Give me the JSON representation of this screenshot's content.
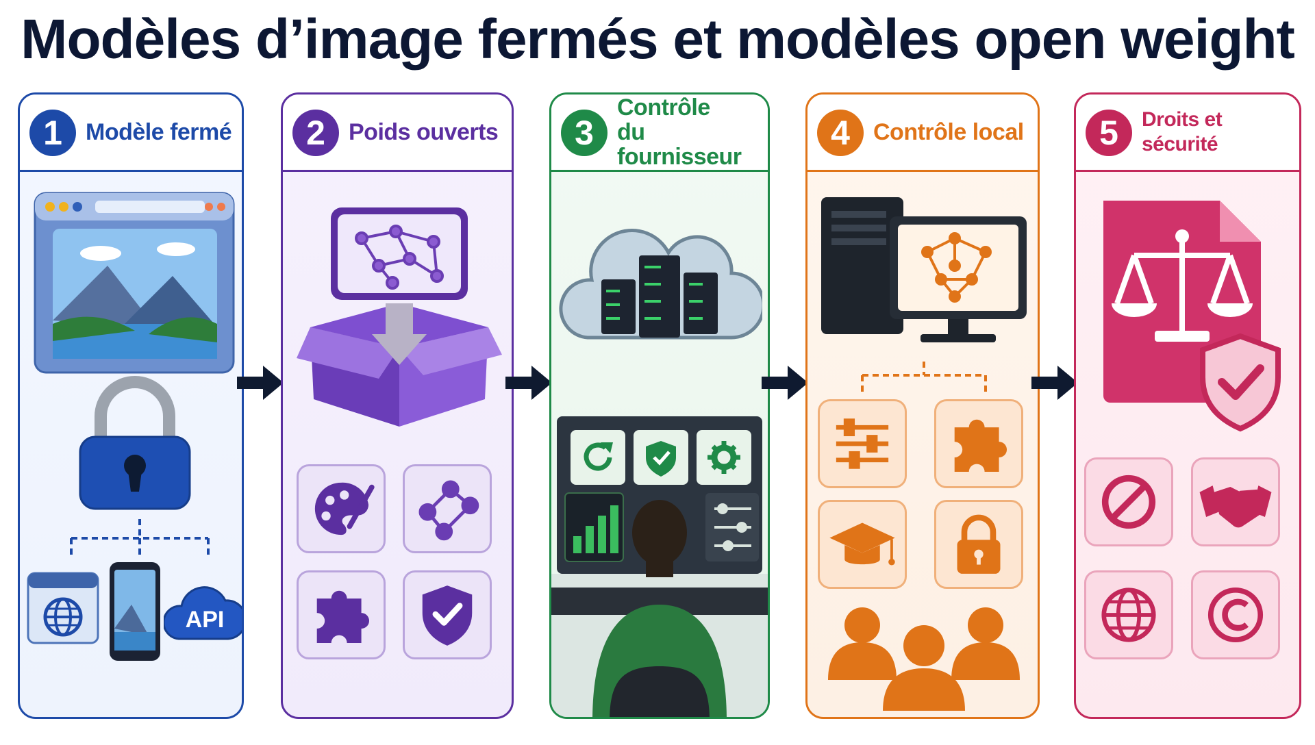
{
  "title": "Modèles d’image fermés et modèles open weight",
  "panels": [
    {
      "number": "1",
      "label_lines": [
        "Modèle fermé"
      ],
      "accent": "#1d4aa8",
      "icons": [
        "web-app-window-icon",
        "padlock-icon",
        "browser-globe-icon",
        "smartphone-icon",
        "api-cloud-icon"
      ],
      "api_label": "API"
    },
    {
      "number": "2",
      "label_lines": [
        "Poids ouverts"
      ],
      "accent": "#5b2fa0",
      "icons": [
        "open-box-download-icon",
        "palette-icon",
        "graph-nodes-icon",
        "puzzle-icon",
        "shield-check-icon"
      ]
    },
    {
      "number": "3",
      "label_lines": [
        "Contrôle",
        "du fournisseur"
      ],
      "accent": "#1f8a48",
      "icons": [
        "cloud-servers-icon",
        "refresh-icon",
        "shield-check-icon",
        "gear-icon",
        "bar-chart-icon",
        "sliders-icon",
        "operator-person-icon"
      ]
    },
    {
      "number": "4",
      "label_lines": [
        "Contrôle local"
      ],
      "accent": "#e07418",
      "icons": [
        "local-computer-icon",
        "sliders-icon",
        "puzzle-icon",
        "graduation-cap-icon",
        "padlock-icon",
        "users-group-icon"
      ]
    },
    {
      "number": "5",
      "label_lines": [
        "Droits et sécurité"
      ],
      "accent": "#c3285a",
      "icons": [
        "legal-document-scales-icon",
        "shield-check-icon",
        "prohibited-icon",
        "handshake-icon",
        "globe-icon",
        "copyright-icon"
      ]
    }
  ]
}
